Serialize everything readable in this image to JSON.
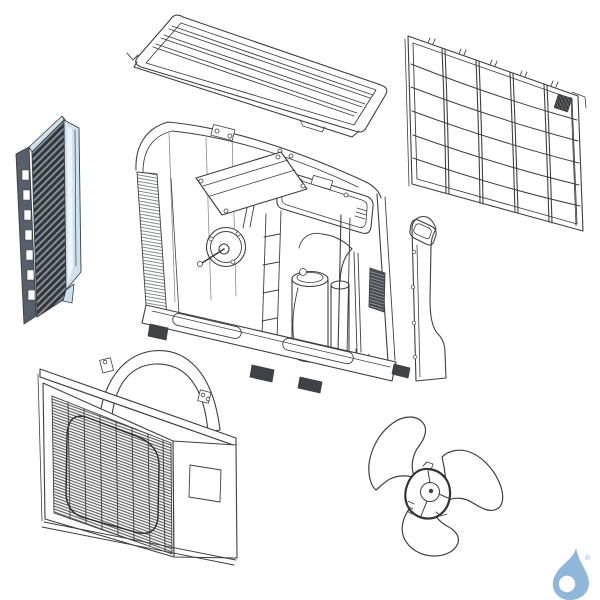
{
  "diagram": {
    "kind": "exploded-parts-diagram",
    "subject": "air-conditioner-outdoor-unit",
    "background": "#ffffff",
    "parts": [
      {
        "id": "top-cover-panel"
      },
      {
        "id": "rear-protection-grille"
      },
      {
        "id": "condenser-coil"
      },
      {
        "id": "main-chassis-assembly"
      },
      {
        "id": "corner-side-panel"
      },
      {
        "id": "fan-shroud"
      },
      {
        "id": "front-panel-with-grille"
      },
      {
        "id": "fan-propeller"
      }
    ]
  },
  "colors": {
    "line": "#3f3f3f",
    "line_soft": "#8a8a8a",
    "coil_fin_dark": "#32373c",
    "coil_fin_mid": "#8b9099",
    "coil_plate_blue": "#cfe1ee",
    "coil_edge_dark": "#56606b",
    "vent_dark": "#474b50",
    "foot_dark": "#3f4348",
    "logo_blue": "#8fb7da"
  },
  "watermark": {
    "registered_mark": "®"
  }
}
